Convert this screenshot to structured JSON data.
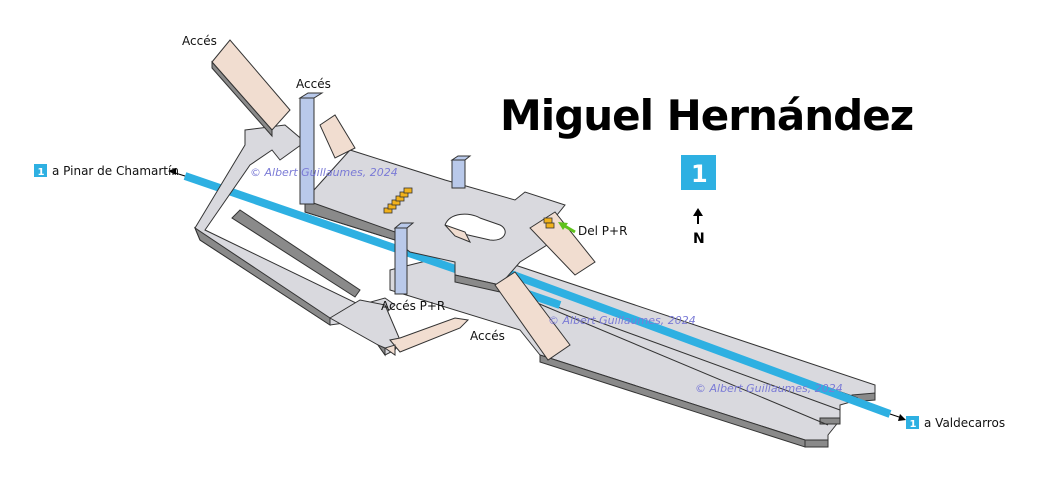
{
  "title": "Miguel Hernández",
  "line_badge": {
    "number": "1",
    "color": "#2eb0e2"
  },
  "north_label": "N",
  "directions": {
    "west": {
      "line": "1",
      "text": "a Pinar de Chamartín"
    },
    "east": {
      "line": "1",
      "text": "a Valdecarros"
    }
  },
  "labels": {
    "acces_top_left": "Accés",
    "acces_top_mid": "Accés",
    "acces_pr": "Accés P+R",
    "acces_bottom": "Accés",
    "del_pr": "Del P+R"
  },
  "watermarks": [
    "© Albert Guillaumes, 2024",
    "© Albert Guillaumes, 2024",
    "© Albert Guillaumes, 2024"
  ],
  "colors": {
    "line": "#2eb0e2",
    "floor": "#d9d9de",
    "edge": "#8a8a8a",
    "stairs": "#f1ddd0",
    "elevator": "#b9c9ea",
    "escalator": "#f2b21b",
    "arrow": "#5fc21c"
  }
}
